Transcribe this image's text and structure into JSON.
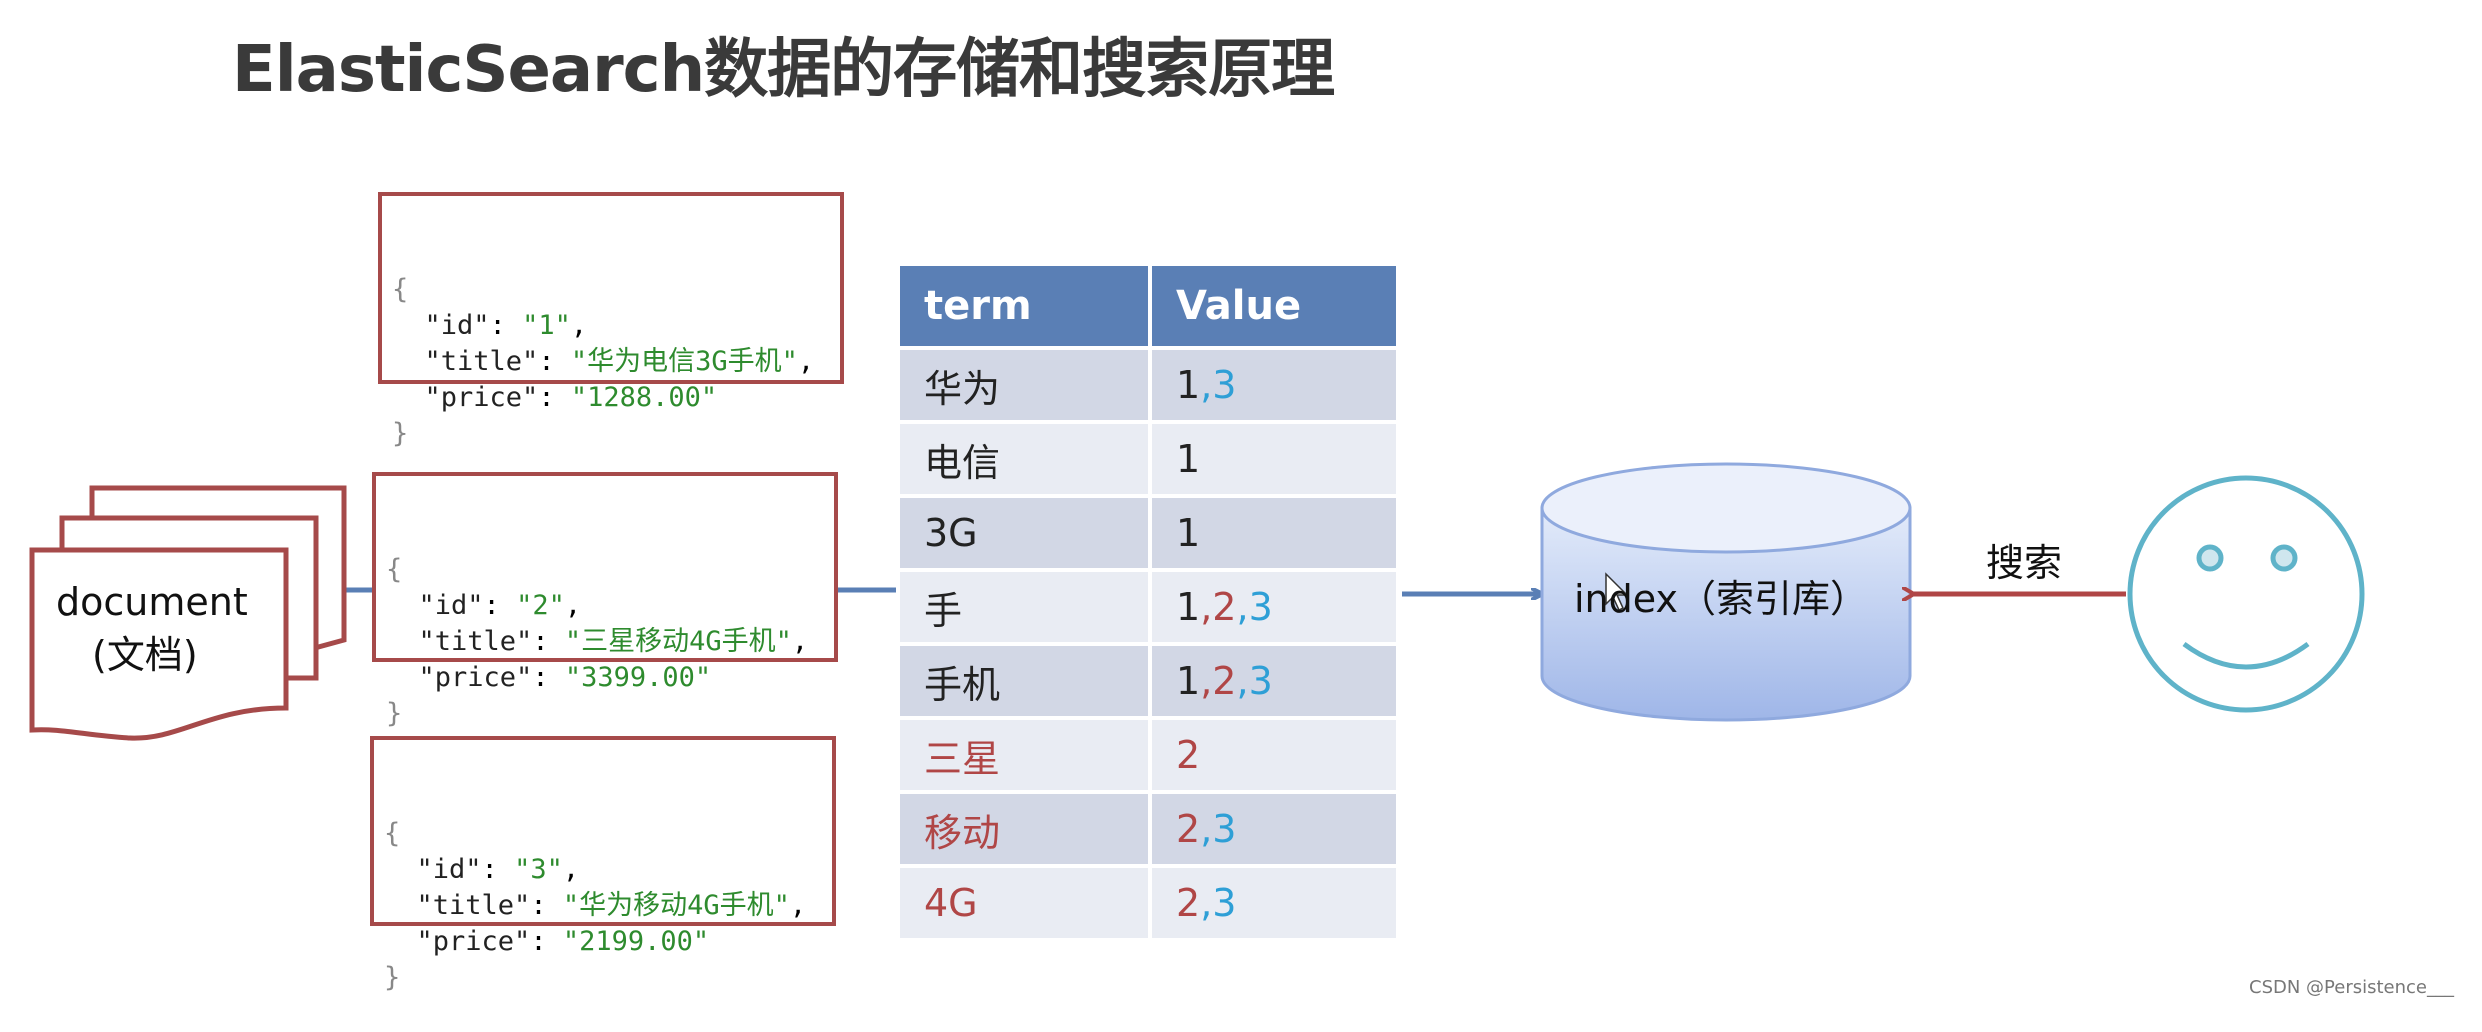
{
  "title": "ElasticSearch数据的存储和搜索原理",
  "document_label": "document",
  "document_sublabel": "(文档)",
  "json_docs": [
    {
      "open": "{",
      "id_key": "\"id\"",
      "id_val": "\"1\"",
      "title_key": "\"title\"",
      "title_val": "\"华为电信3G手机\"",
      "price_key": "\"price\"",
      "price_val": "\"1288.00\"",
      "close": "}"
    },
    {
      "open": "{",
      "id_key": "\"id\"",
      "id_val": "\"2\"",
      "title_key": "\"title\"",
      "title_val": "\"三星移动4G手机\"",
      "price_key": "\"price\"",
      "price_val": "\"3399.00\"",
      "close": "}"
    },
    {
      "open": "{",
      "id_key": "\"id\"",
      "id_val": "\"3\"",
      "title_key": "\"title\"",
      "title_val": "\"华为移动4G手机\"",
      "price_key": "\"price\"",
      "price_val": "\"2199.00\"",
      "close": "}"
    }
  ],
  "table": {
    "headers": [
      "term",
      "Value"
    ],
    "rows": [
      {
        "term": "华为",
        "term_color": "dark",
        "ids": [
          "1",
          "3"
        ]
      },
      {
        "term": "电信",
        "term_color": "dark",
        "ids": [
          "1"
        ]
      },
      {
        "term": "3G",
        "term_color": "dark",
        "ids": [
          "1"
        ]
      },
      {
        "term": "手",
        "term_color": "dark",
        "ids": [
          "1",
          "2",
          "3"
        ]
      },
      {
        "term": "手机",
        "term_color": "dark",
        "ids": [
          "1",
          "2",
          "3"
        ]
      },
      {
        "term": "三星",
        "term_color": "red",
        "ids": [
          "2"
        ]
      },
      {
        "term": "移动",
        "term_color": "red",
        "ids": [
          "2",
          "3"
        ]
      },
      {
        "term": "4G",
        "term_color": "red",
        "ids": [
          "2",
          "3"
        ]
      }
    ],
    "id_colors": {
      "1": "dark",
      "2": "red",
      "3": "blue"
    }
  },
  "index_label": "index（索引库）",
  "search_label": "搜索",
  "credit": "CSDN @Persistence___",
  "colors": {
    "box_border": "#a64a4a",
    "arrow_blue": "#5a7fb5",
    "arrow_red": "#b04646",
    "smiley": "#5fb3c9",
    "header": "#5a7fb5"
  }
}
